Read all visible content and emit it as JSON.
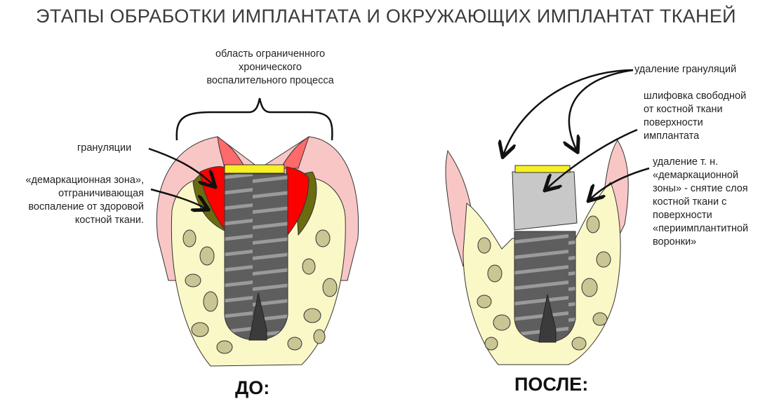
{
  "title": "ЭТАПЫ ОБРАБОТКИ ИМПЛАНТАТА И ОКРУЖАЮЩИХ ИМПЛАНТАТ ТКАНЕЙ",
  "before": {
    "label": "ДО:",
    "area_label": [
      "область ограниченного",
      "хронического",
      "воспалительного процесса"
    ],
    "granulation_label": "грануляции",
    "demarcation_label": [
      "«демаркационная зона»,",
      "отграничивающая",
      "воспаление от здоровой",
      "костной ткани."
    ]
  },
  "after": {
    "label": "ПОСЛЕ:",
    "granulation_removal": "удаление грануляций",
    "polishing": [
      "шлифовка свободной",
      "от костной ткани",
      "поверхности",
      "имплантата"
    ],
    "demarcation_removal": [
      "удаление т. н.",
      "«демаркационной",
      "зоны» - снятие слоя",
      "костной ткани с",
      "поверхности",
      "«периимплантитной",
      "воронки»"
    ]
  },
  "colors": {
    "gum": "#f9c6c6",
    "bone": "#fbf8c8",
    "bone_pores": "#c9c694",
    "implant": "#6a6a6a",
    "granulation": "#ff0000",
    "demarcation": "#6b6b10",
    "cap": "#f7f024",
    "polished": "#c8c8c8"
  }
}
